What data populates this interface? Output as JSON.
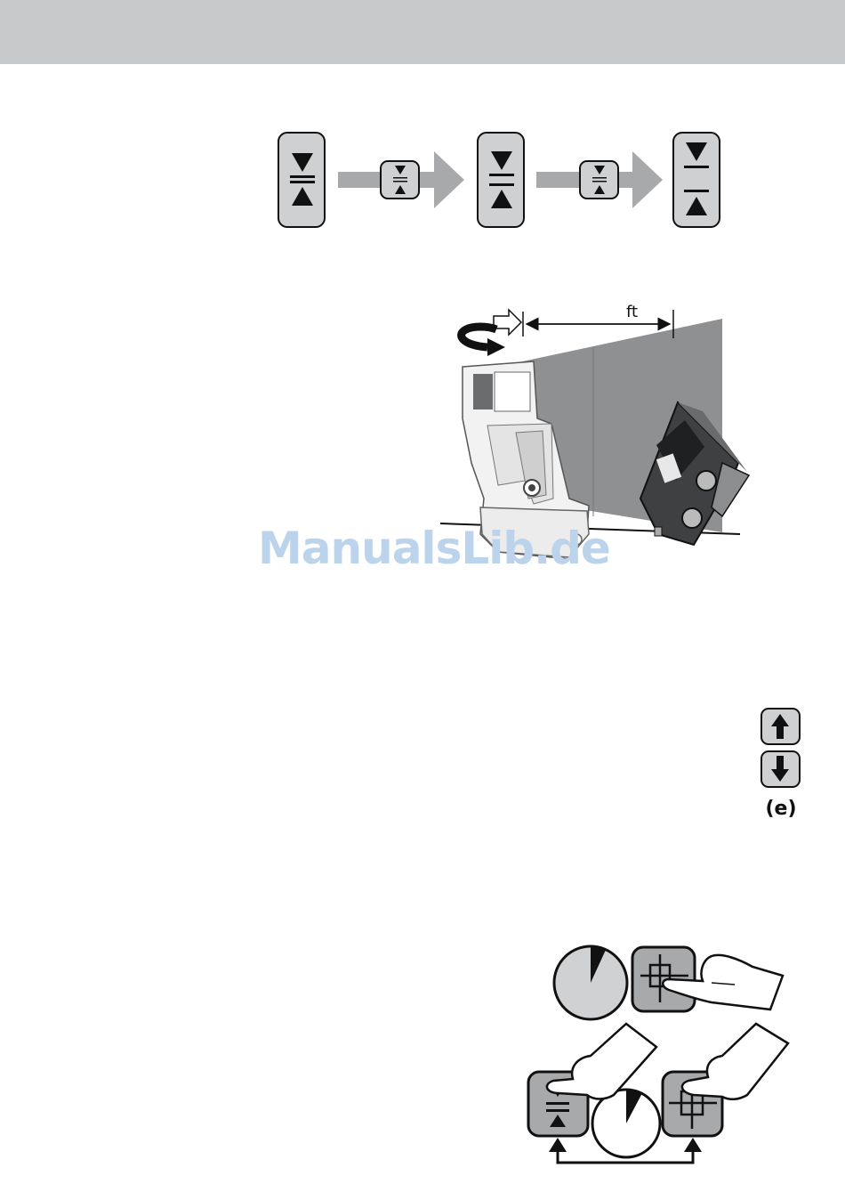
{
  "header": {
    "bar_color": "#c8c9cb"
  },
  "mode_sequence": {
    "steps": [
      {
        "icon": "line-width-narrow-icon"
      },
      {
        "icon": "line-width-medium-icon"
      },
      {
        "icon": "line-width-wide-icon"
      }
    ],
    "transition_icon": "line-width-button-icon",
    "arrow_icon": "right-arrow-icon"
  },
  "distance_figure": {
    "label": "ft",
    "icons": [
      "rotate-arrow-icon",
      "laser-device-icon",
      "receiver-device-icon"
    ]
  },
  "watermark": {
    "text": "ManualsLib.de",
    "color": "#bcd3ec"
  },
  "arrow_buttons": {
    "up_icon": "up-arrow-icon",
    "down_icon": "down-arrow-icon",
    "label": "(e)"
  },
  "timer_figure": {
    "icons": [
      "timer-icon",
      "crosshair-button-icon",
      "line-mode-button-icon",
      "pointing-hand-icon"
    ]
  }
}
